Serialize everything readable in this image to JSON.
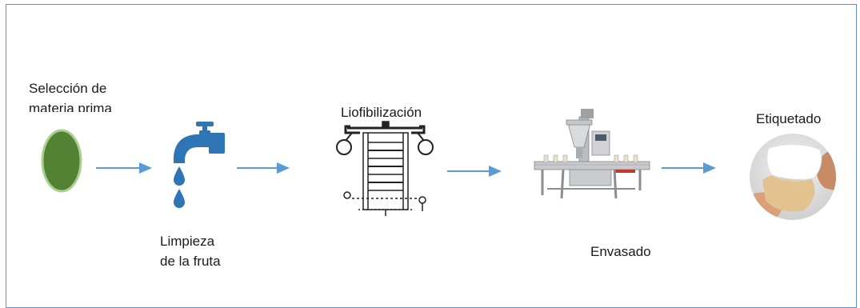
{
  "diagram": {
    "steps": [
      {
        "id": "seleccion",
        "label_lines": [
          "Selección de",
          "materia prima"
        ],
        "icon": "green-oval"
      },
      {
        "id": "limpieza",
        "label_lines": [
          "Limpieza",
          "de la fruta"
        ],
        "icon": "water-tap-icon"
      },
      {
        "id": "liofilizacion",
        "label_lines": [
          "Liofibilización"
        ],
        "icon": "freeze-dryer-illustration"
      },
      {
        "id": "envasado",
        "label_lines": [
          "Envasado"
        ],
        "icon": "filling-machine-illustration"
      },
      {
        "id": "etiquetado",
        "label_lines": [
          "Etiquetado"
        ],
        "icon": "label-peeling-photo"
      }
    ],
    "colors": {
      "frame": "#5b8fd0",
      "arrow": "#5b9bd5",
      "oval_fill": "#548235",
      "oval_stroke": "#a9d18e",
      "tap": "#2e75b6"
    }
  }
}
